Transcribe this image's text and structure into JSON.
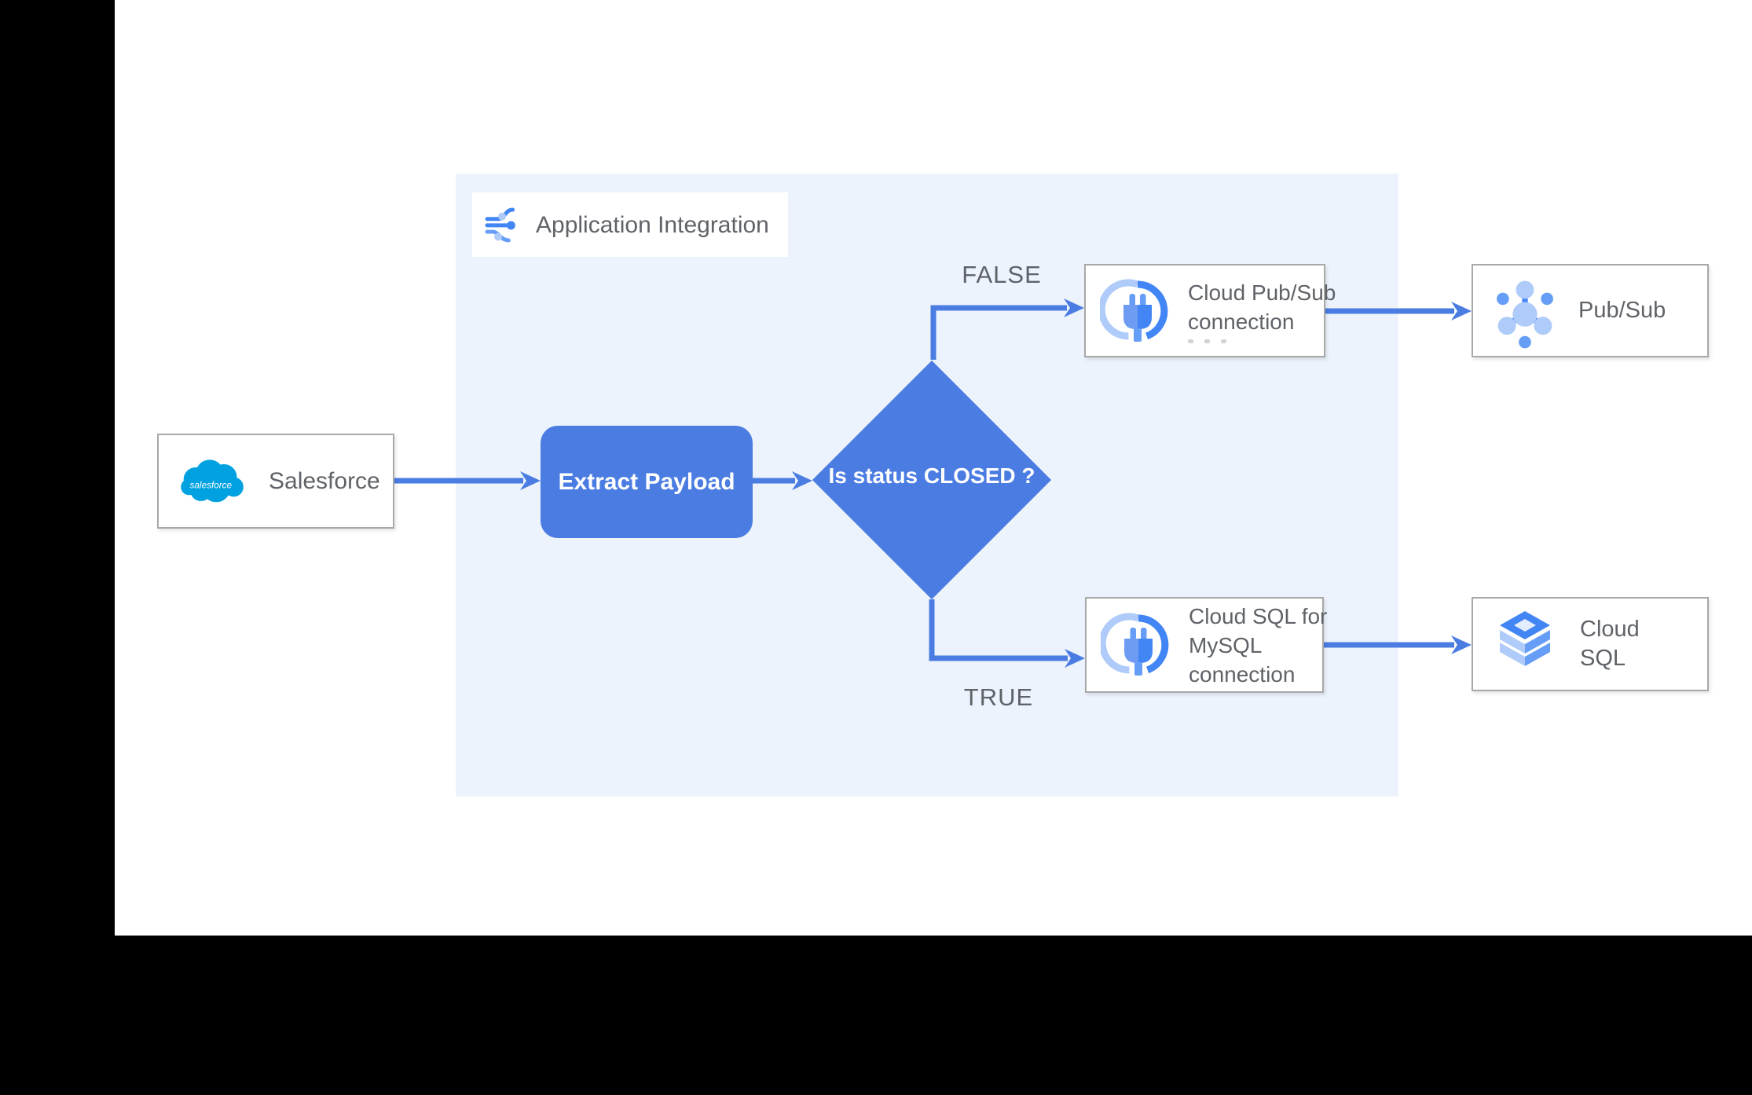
{
  "panel": {
    "title": "Application Integration"
  },
  "nodes": {
    "salesforce": {
      "label": "Salesforce",
      "logo_text": "salesforce"
    },
    "extract_payload": {
      "label": "Extract Payload"
    },
    "decision": {
      "label": "Is status CLOSED ?"
    },
    "pubsub_connection": {
      "line1": "Cloud Pub/Sub",
      "line2": "connection"
    },
    "pubsub": {
      "label": "Pub/Sub"
    },
    "cloudsql_connection": {
      "line1": "Cloud SQL for",
      "line2": "MySQL",
      "line3": "connection"
    },
    "cloudsql": {
      "line1": "Cloud",
      "line2": "SQL"
    }
  },
  "edges": {
    "false_label": "FALSE",
    "true_label": "TRUE"
  },
  "colors": {
    "flow_blue": "#4a7ce2",
    "panel_bg": "#ecf3fc",
    "icon_blue": "#4285f4",
    "icon_blue_mid": "#669df6",
    "icon_blue_light": "#aecbfa",
    "salesforce_blue": "#00a1e0",
    "text_gray": "#5f6368"
  }
}
